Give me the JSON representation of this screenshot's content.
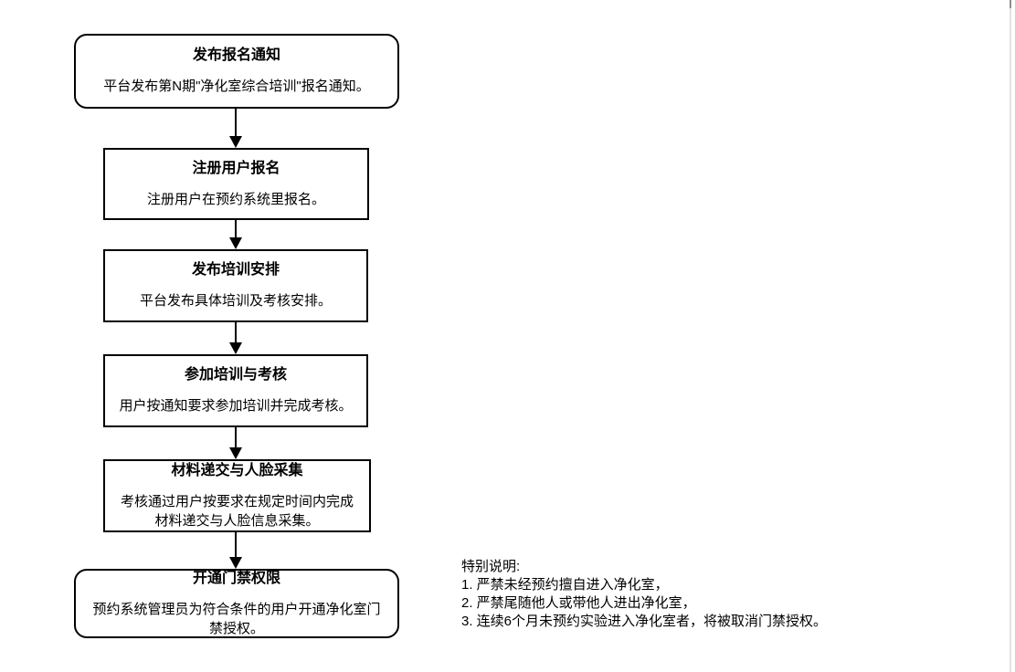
{
  "flow": {
    "boxes": [
      {
        "title": "发布报名通知",
        "body": "平台发布第N期\"净化室综合培训\"报名通知。"
      },
      {
        "title": "注册用户报名",
        "body": "注册用户在预约系统里报名。"
      },
      {
        "title": "发布培训安排",
        "body": "平台发布具体培训及考核安排。"
      },
      {
        "title": "参加培训与考核",
        "body": "用户按通知要求参加培训并完成考核。"
      },
      {
        "title": "材料递交与人脸采集",
        "body": "考核通过用户按要求在规定时间内完成\n材料递交与人脸信息采集。"
      },
      {
        "title": "开通门禁权限",
        "body": "预约系统管理员为符合条件的用户开通净化室门\n禁授权。"
      }
    ]
  },
  "note": {
    "title": "特别说明:",
    "items": [
      "1. 严禁未经预约擅自进入净化室，",
      "2. 严禁尾随他人或带他人进出净化室，",
      "3. 连续6个月未预约实验进入净化室者，将被取消门禁授权。"
    ]
  },
  "colors": {
    "line": "#000000",
    "background": "#ffffff",
    "scrollbar_track": "#e3e3e3",
    "scrollbar_thumb": "#8f8f8f"
  }
}
